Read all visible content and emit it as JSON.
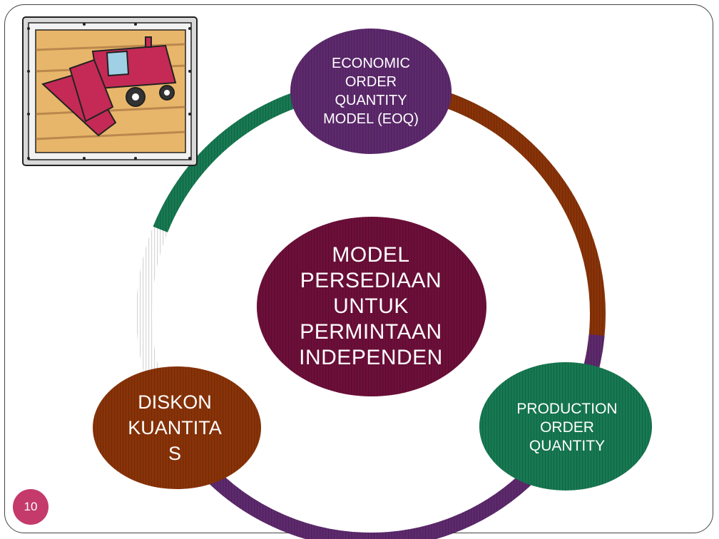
{
  "diagram": {
    "center_node": {
      "label": "MODEL\nPERSEDIAAN\nUNTUK\nPERMINTAAN\nINDEPENDEN",
      "color": "#6e0f3a"
    },
    "top_node": {
      "label": "ECONOMIC\nORDER\nQUANTITY\nMODEL (EOQ)",
      "color": "#5e2a6e"
    },
    "left_node": {
      "label": "DISKON\nKUANTITA\nS",
      "color": "#8a3308"
    },
    "right_node": {
      "label": "PRODUCTION\nORDER\nQUANTITY",
      "color": "#177a52"
    },
    "ring_colors": {
      "left_arc": "#8a3308",
      "right_arc": "#5e2a6e",
      "bottom_arc": "#177a52"
    }
  },
  "clipart": {
    "icon": "combine-harvester-icon",
    "frame_color": "#d9d9d9",
    "field_color": "#e8b66a",
    "machine_color": "#c42a55"
  },
  "slide": {
    "page_number": "10",
    "badge_color": "#c43a6b"
  }
}
